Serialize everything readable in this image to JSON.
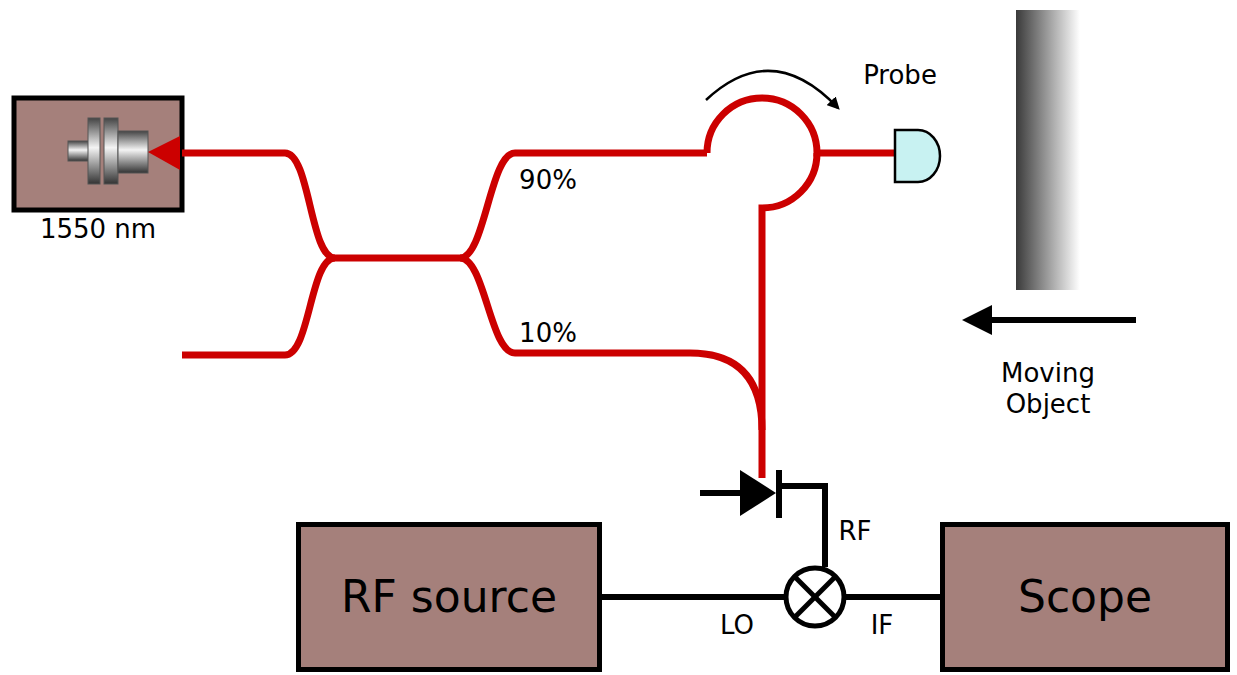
{
  "diagram": {
    "nodes": [
      {
        "text": [
          "RF source"
        ]
      },
      {
        "text": [
          "Scope"
        ]
      }
    ],
    "labels": [
      "1550 nm",
      "90%",
      "10%",
      "Probe",
      "Moving Object",
      "RF",
      "LO",
      "IF"
    ]
  }
}
